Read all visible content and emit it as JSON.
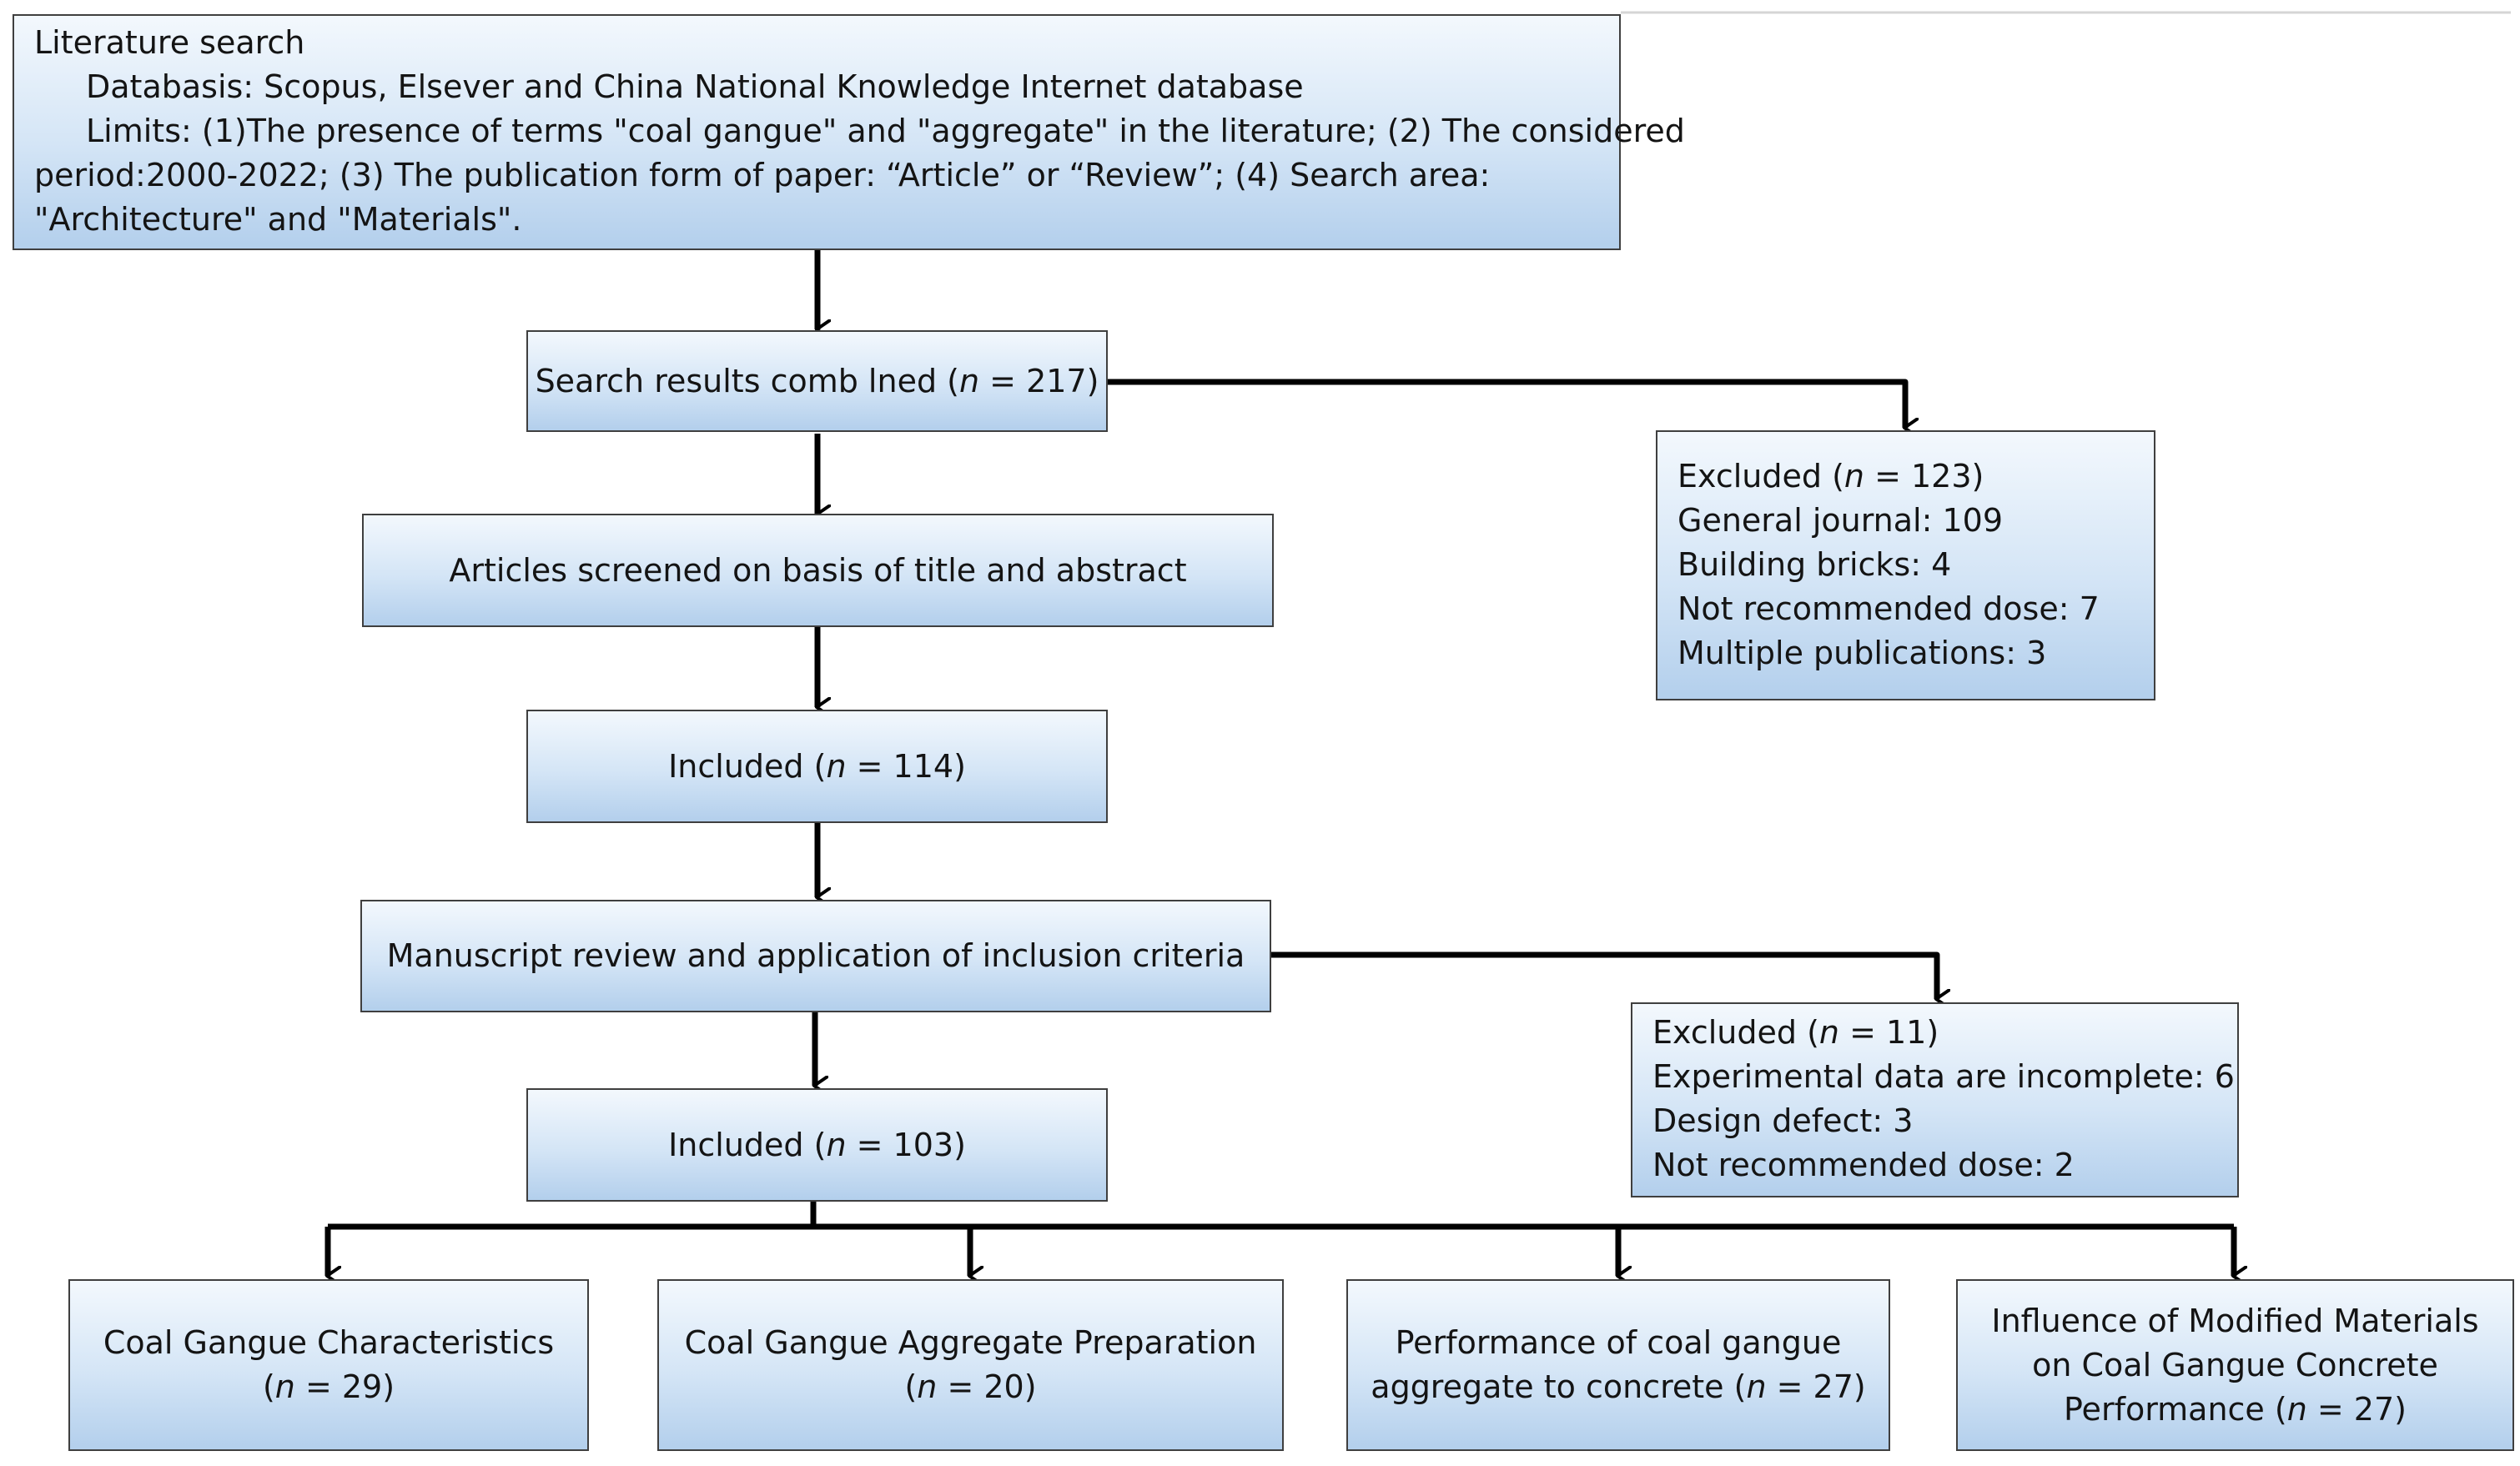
{
  "literature_search": {
    "title": "Literature search",
    "databases": "Databasis: Scopus, Elsever and China National Knowledge Internet database",
    "limits_1": "Limits: (1)The presence of terms \"coal gangue\" and \"aggregate\" in the literature; (2) The considered",
    "limits_2": "period:2000-2022; (3) The publication form of paper: “Article” or “Review”; (4) Search area:",
    "limits_3": "\"Architecture\" and \"Materials\"."
  },
  "n_symbol": "n",
  "search_results": {
    "label_prefix": "Search results comb lned (",
    "label_suffix": " = 217)"
  },
  "excluded_1": {
    "heading_prefix": "Excluded (",
    "heading_suffix": " = 123)",
    "items": [
      "General journal: 109",
      "Building bricks: 4",
      "Not recommended dose: 7",
      "Multiple publications: 3"
    ]
  },
  "screened": {
    "label": "Articles screened on basis of title and abstract"
  },
  "included_1": {
    "label_prefix": "Included (",
    "label_suffix": " = 114)"
  },
  "review": {
    "label": "Manuscript review and application of inclusion criteria"
  },
  "excluded_2": {
    "heading_prefix": "Excluded (",
    "heading_suffix": " = 11)",
    "items": [
      "Experimental data are incomplete: 6",
      "Design defect: 3",
      "Not recommended dose: 2"
    ]
  },
  "included_2": {
    "label_prefix": "Included (",
    "label_suffix": " = 103)"
  },
  "categories": [
    {
      "line1": "Coal Gangue Characteristics",
      "line2_prefix": "(",
      "line2_suffix": " = 29)"
    },
    {
      "line1": "Coal Gangue Aggregate Preparation",
      "line2_prefix": "(",
      "line2_suffix": " = 20)"
    },
    {
      "line1": "Performance of coal gangue",
      "line2_prefix": "aggregate to concrete (",
      "line2_suffix": " = 27)"
    },
    {
      "line1": "Influence of Modified Materials",
      "line2": "on Coal Gangue Concrete",
      "line3_prefix": "Performance (",
      "line3_suffix": " = 27)"
    }
  ],
  "colors": {
    "line": "#000000",
    "box_border": "#3f3f3f",
    "box_top": "#f3f8fd",
    "box_bottom": "#b3cfec"
  }
}
